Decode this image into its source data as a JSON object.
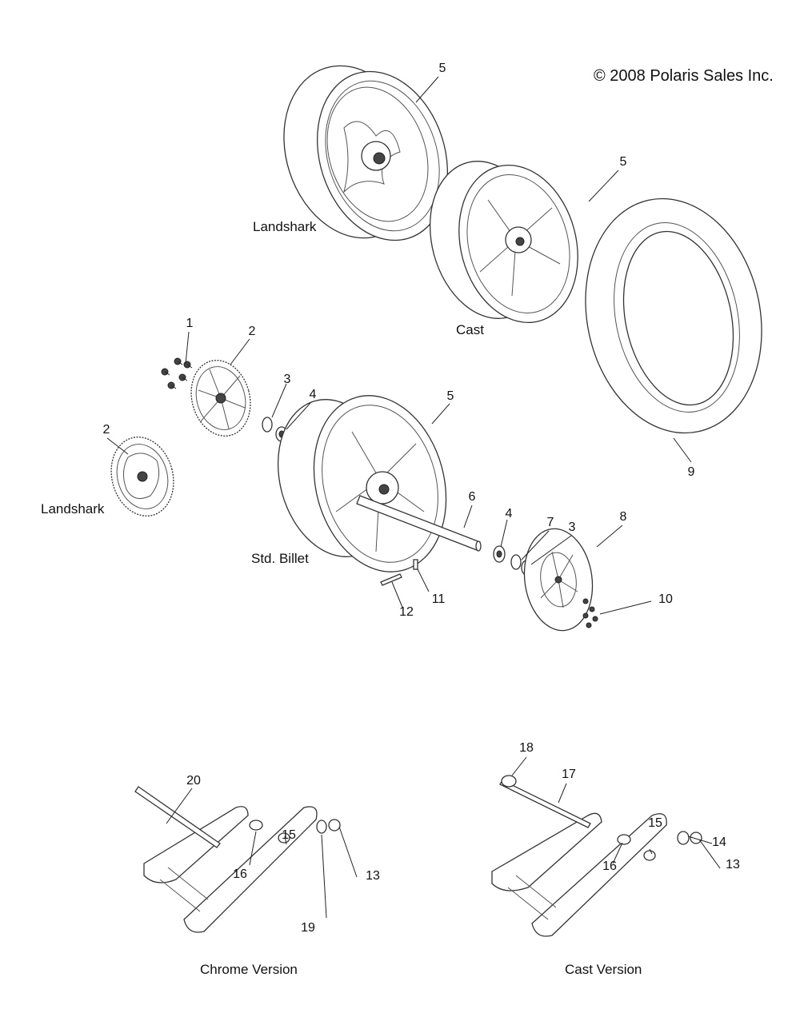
{
  "copyright": "© 2008 Polaris Sales Inc.",
  "labels": {
    "landshark_wheel": "Landshark",
    "cast_wheel": "Cast",
    "landshark_sprocket": "Landshark",
    "std_billet": "Std. Billet",
    "chrome_version": "Chrome Version",
    "cast_version": "Cast Version"
  },
  "callouts": {
    "c5a": "5",
    "c5b": "5",
    "c5c": "5",
    "c1": "1",
    "c2a": "2",
    "c2b": "2",
    "c3a": "3",
    "c4a": "4",
    "c9": "9",
    "c6": "6",
    "c4b": "4",
    "c7": "7",
    "c3b": "3",
    "c8": "8",
    "c10": "10",
    "c11": "11",
    "c12": "12",
    "c20": "20",
    "c15a": "15",
    "c16a": "16",
    "c13a": "13",
    "c19": "19",
    "c18": "18",
    "c17": "17",
    "c15b": "15",
    "c14": "14",
    "c16b": "16",
    "c13b": "13"
  }
}
